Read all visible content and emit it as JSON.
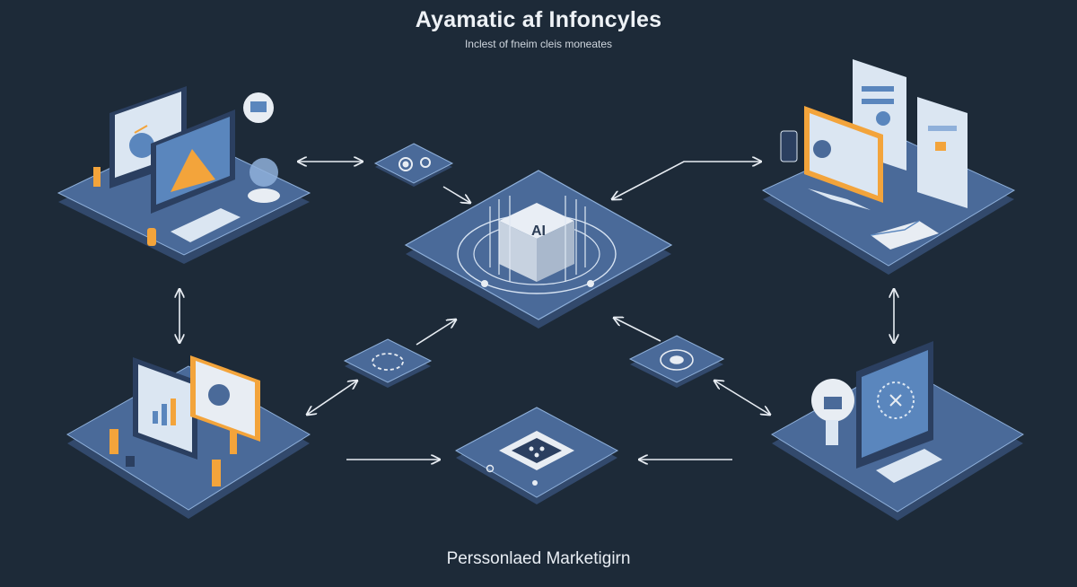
{
  "header": {
    "title": "Ayamatic af Infoncyles",
    "subtitle": "Inclest of fneim cleis moneates"
  },
  "hub": {
    "label": "AI"
  },
  "footer": {
    "caption": "Perssonlaed Marketigirn"
  },
  "colors": {
    "background": "#1d2a38",
    "platform_top": "#4a6a99",
    "platform_side": "#32496c",
    "accent_orange": "#f3a43b",
    "screen_blue": "#5a86bd",
    "arrow": "#e8edf3"
  }
}
